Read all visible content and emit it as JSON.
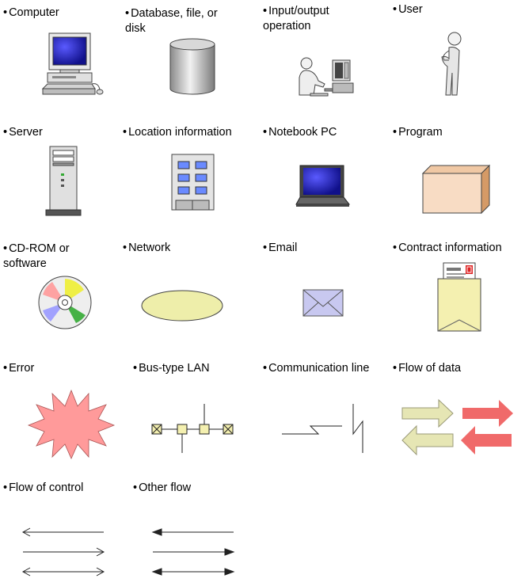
{
  "legend": [
    {
      "id": "computer",
      "label": "Computer"
    },
    {
      "id": "database",
      "label": "Database, file, or\ndisk"
    },
    {
      "id": "io-operation",
      "label": "Input/output\noperation"
    },
    {
      "id": "user",
      "label": "User"
    },
    {
      "id": "server",
      "label": "Server"
    },
    {
      "id": "location",
      "label": "Location information"
    },
    {
      "id": "notebook",
      "label": "Notebook PC"
    },
    {
      "id": "program",
      "label": "Program"
    },
    {
      "id": "cdrom",
      "label": "CD-ROM or\nsoftware"
    },
    {
      "id": "network",
      "label": "Network"
    },
    {
      "id": "email",
      "label": "Email"
    },
    {
      "id": "contract",
      "label": "Contract information"
    },
    {
      "id": "error",
      "label": "Error"
    },
    {
      "id": "bus-lan",
      "label": "Bus-type LAN"
    },
    {
      "id": "comm-line",
      "label": "Communication line"
    },
    {
      "id": "flow-data",
      "label": "Flow of data"
    },
    {
      "id": "flow-control",
      "label": "Flow of control"
    },
    {
      "id": "other-flow",
      "label": "Other flow"
    }
  ],
  "colors": {
    "screen_blue": "#2323c8",
    "network_fill": "#eeeeaa",
    "program_fill": "#f8dcc4",
    "error_fill": "#ff9a9a",
    "data_flow_light": "#e6e6b4",
    "data_flow_red": "#f06a6a",
    "email_fill": "#c8c8f0",
    "contract_fill": "#f4f0b0"
  }
}
